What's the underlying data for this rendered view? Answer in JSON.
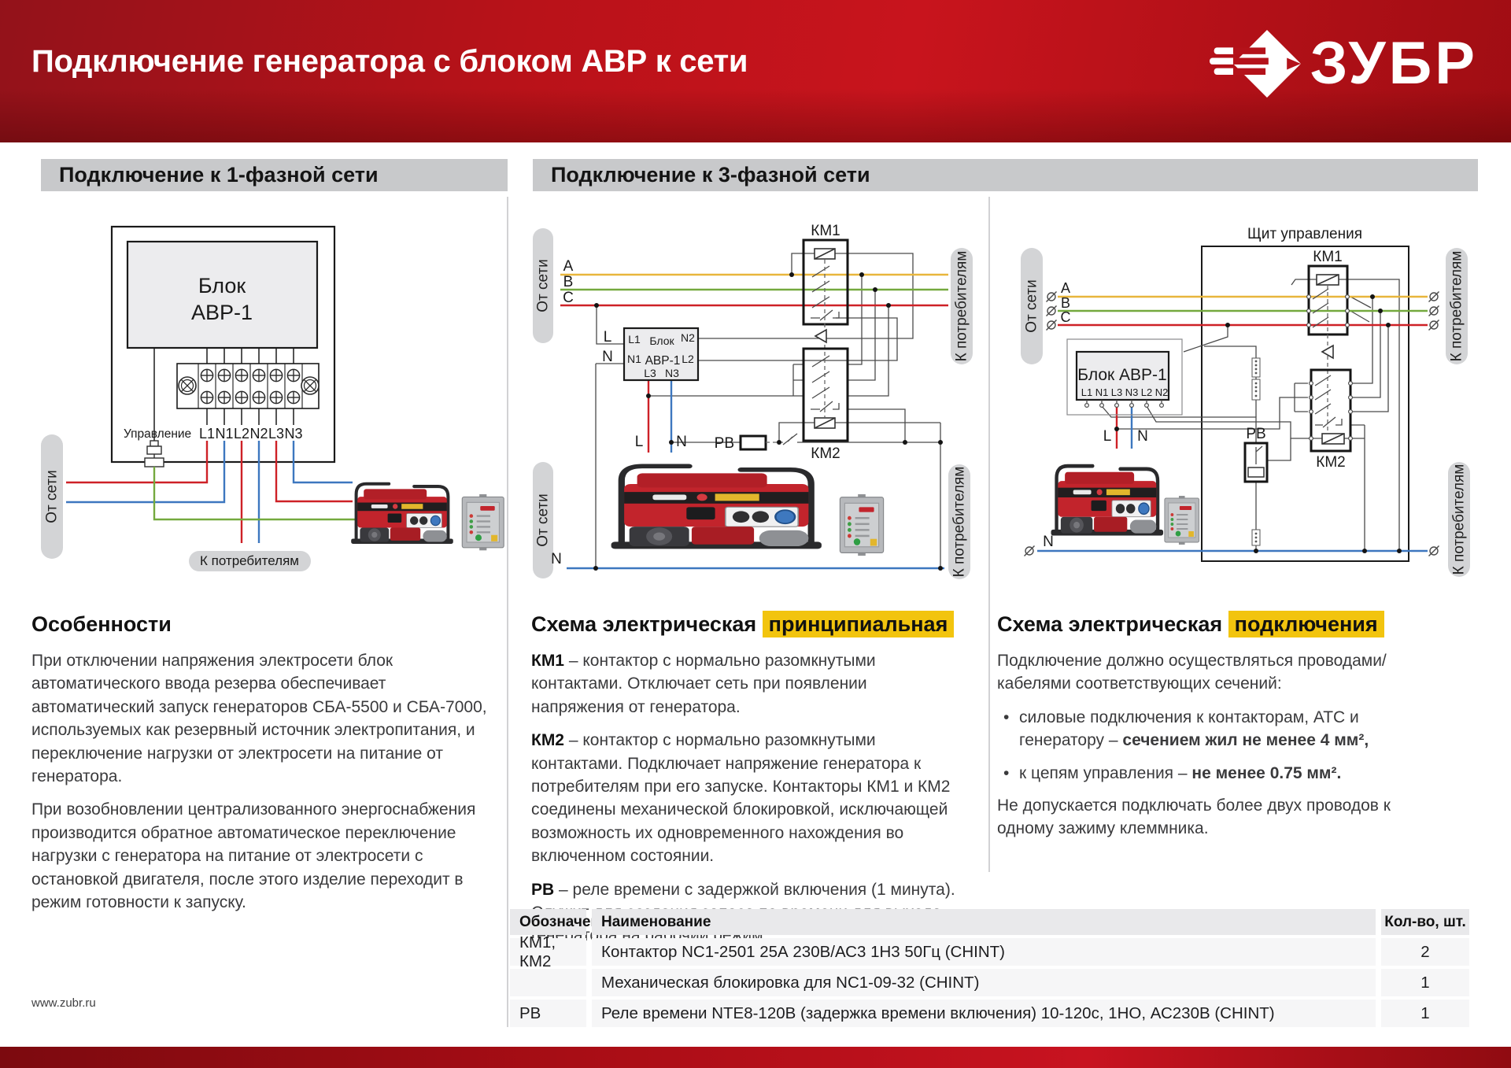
{
  "header": {
    "title": "Подключение генератора с блоком АВР к сети",
    "brand": "ЗУБР"
  },
  "section_headers": {
    "single_phase": "Подключение к 1-фазной сети",
    "three_phase": "Подключение к 3-фазной сети"
  },
  "diagram": {
    "from_net": "От сети",
    "to_consumers": "К потребителям",
    "control": "Управление",
    "control_panel": "Щит управления",
    "block_line1": "Блок",
    "block_line2": "АВР-1",
    "block_avr": "Блок АВР-1",
    "km1": "КМ1",
    "km2": "КМ2",
    "rv": "РВ",
    "phase_a": "А",
    "phase_b": "В",
    "phase_c": "С",
    "line_l": "L",
    "line_n": "N",
    "t_l1": "L1",
    "t_n1": "N1",
    "t_l2": "L2",
    "t_n2": "N2",
    "t_l3": "L3",
    "t_n3": "N3"
  },
  "features": {
    "heading": "Особенности",
    "p1": "При отключении напряжения электросети блок автоматического ввода резерва обеспечивает автоматический запуск генераторов СБА-5500 и СБА-7000, используемых как резервный источник электропитания, и переключение нагрузки от электросети на питание от генератора.",
    "p2": "При возобновлении централизованного энергоснабжения производится обратное автоматическое переключение нагрузки с генератора на питание от электросети с остановкой двигателя, после этого изделие переходит в режим готовности к запуску."
  },
  "schematic": {
    "heading_normal": "Схема электрическая",
    "heading_highlight": "принципиальная",
    "items": [
      {
        "term": "КМ1",
        "text": " – контактор с нормально разомкнутыми контактами. Отключает сеть при появлении напряжения от генератора."
      },
      {
        "term": "КМ2",
        "text": " – контактор с нормально разомкнутыми контактами. Подключает напряжение генератора к потребителям при его запуске. Контакторы КМ1 и КМ2 соединены механической блокировкой, исключающей возможность их одновременного нахождения во включенном состоянии."
      },
      {
        "term": "РВ",
        "text": " – реле времени с задержкой включения (1 минута). Служит для создания запаса по времени для выхода генератора на рабочий режим."
      }
    ]
  },
  "connection": {
    "heading_normal": "Схема электрическая",
    "heading_highlight": "подключения",
    "intro": "Подключение должно осуществляться проводами/кабелями соответствующих сечений:",
    "bullets": [
      {
        "normal": "силовые подключения к контакторам, АТС и генератору – ",
        "bold": "сечением жил не менее 4 мм²,"
      },
      {
        "normal": "к цепям управления – ",
        "bold": "не менее 0.75 мм²."
      }
    ],
    "note": "Не допускается подключать более двух проводов к одному зажиму клеммника."
  },
  "table": {
    "headers": [
      "Обозначения",
      "Наименование",
      "Кол-во, шт."
    ],
    "rows": [
      {
        "code": "КМ1, КМ2",
        "name": "Контактор NC1-2501 25А 230В/АС3 1Н3 50Гц (CHINT)",
        "qty": "2"
      },
      {
        "code": "",
        "name": "Механическая блокировка для NC1-09-32 (CHINT)",
        "qty": "1"
      },
      {
        "code": "РВ",
        "name": "Реле времени NTE8-120В (задержка времени включения) 10-120с, 1НО, АС230В (CHINT)",
        "qty": "1"
      }
    ]
  },
  "footer": {
    "url": "www.zubr.ru"
  }
}
